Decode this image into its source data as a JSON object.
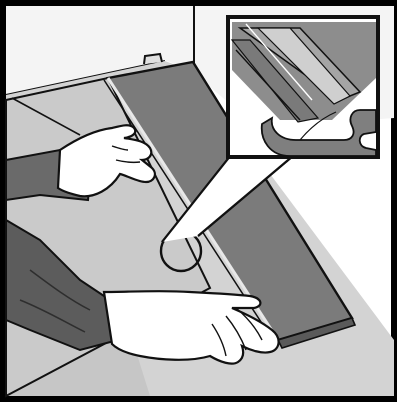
{
  "illustration": {
    "palette": {
      "outline": "#111111",
      "frame": "#000000",
      "wall": "#f2f2f2",
      "floor": "#d2d2d2",
      "floor_shadow": "#bdbdbd",
      "board_light": "#b9b9b9",
      "board_dark": "#7a7a7a",
      "board_mid": "#909090",
      "skin": "#ffffff",
      "sleeve": "#5f5f5f",
      "sleeve_dark": "#4a4a4a",
      "inset_bg": "#ffffff",
      "inset_board": "#8d8d8d",
      "inset_groove": "#6f6f6f",
      "inset_highlight": "#c9c9c9"
    },
    "elements": [
      "scene-frame",
      "room-wall",
      "floor",
      "installed-floor-board",
      "new-floor-board",
      "board-tongue-edge",
      "left-arm",
      "left-hand",
      "right-arm",
      "right-hand",
      "joint-callout-circle",
      "callout-leader-lines",
      "detail-inset",
      "tongue-and-groove-profile"
    ]
  }
}
